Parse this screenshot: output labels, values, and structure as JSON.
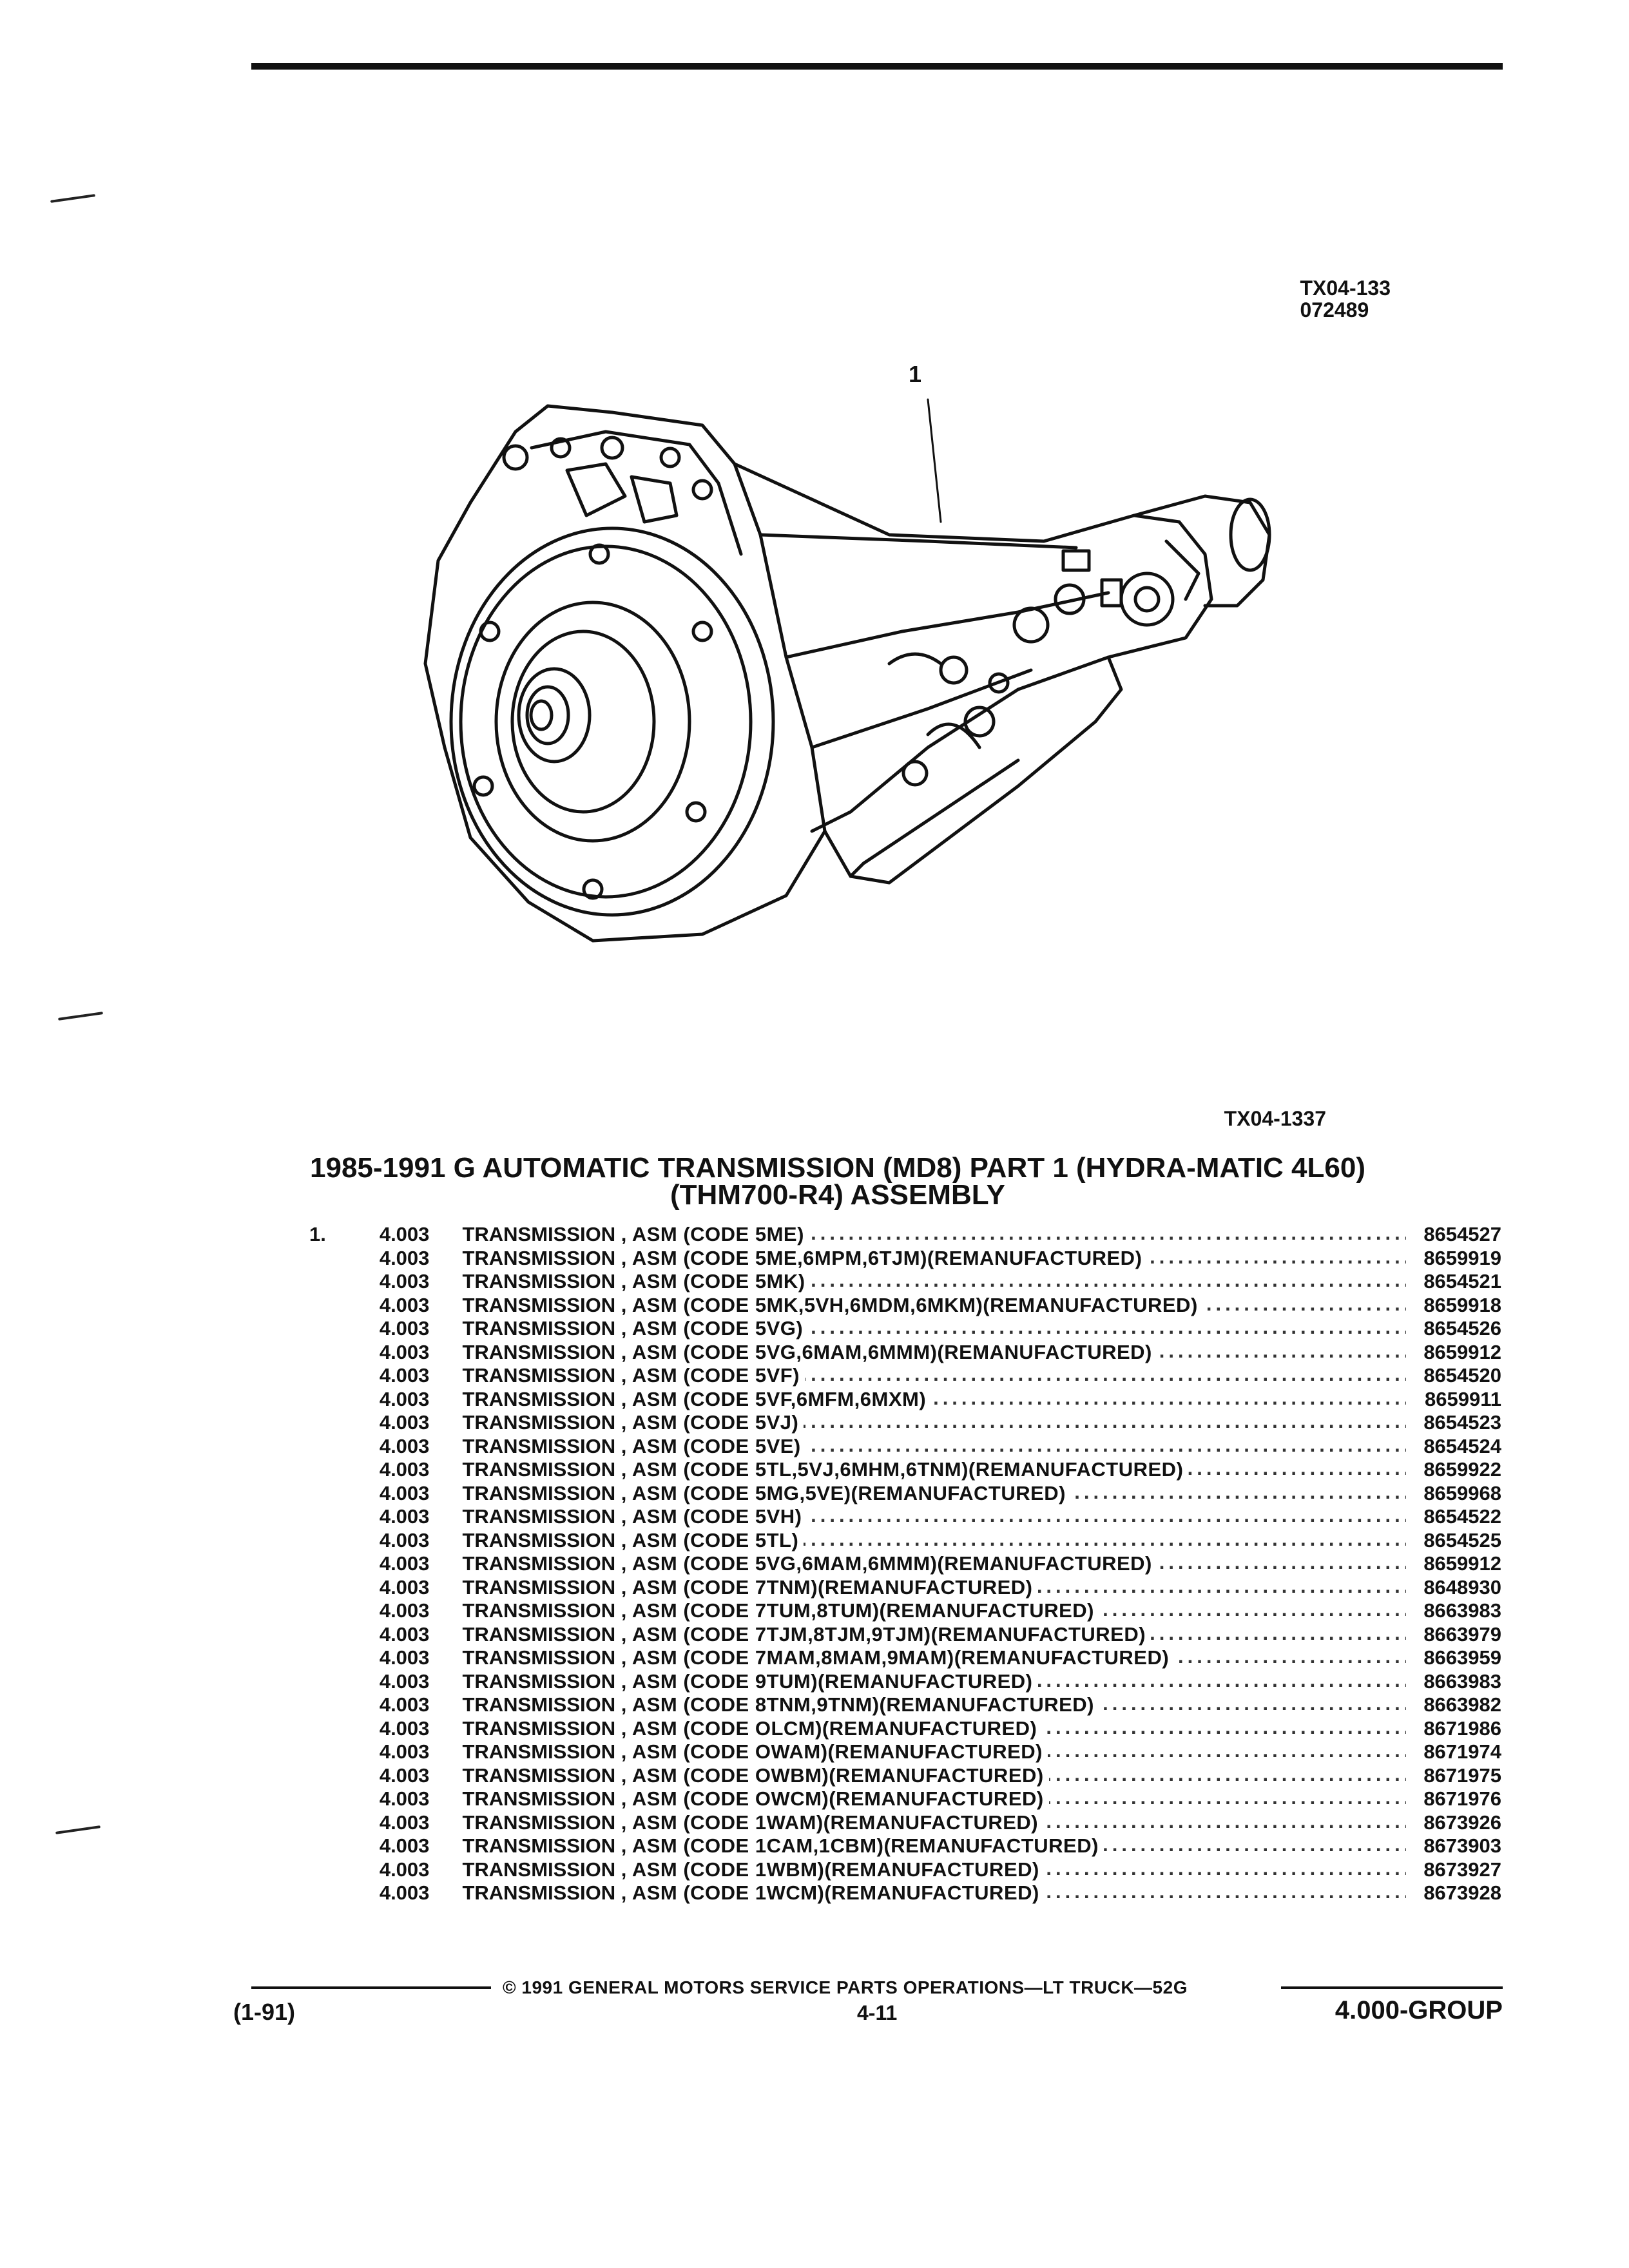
{
  "header": {
    "ref_code": "TX04-133",
    "ref_date": "072489",
    "callout": "1"
  },
  "figure": {
    "caption": "TX04-1337"
  },
  "title": {
    "line1": "1985-1991 G AUTOMATIC TRANSMISSION (MD8) PART 1 (HYDRA-MATIC 4L60)",
    "line2": "(THM700-R4) ASSEMBLY"
  },
  "parts": [
    {
      "item": "1.",
      "group": "4.003",
      "name": "TRANSMISSION",
      "detail": ", ASM (CODE 5ME)",
      "part": "8654527"
    },
    {
      "item": "",
      "group": "4.003",
      "name": "TRANSMISSION",
      "detail": ", ASM (CODE 5ME,6MPM,6TJM)(REMANUFACTURED)",
      "part": "8659919"
    },
    {
      "item": "",
      "group": "4.003",
      "name": "TRANSMISSION",
      "detail": ", ASM (CODE 5MK)",
      "part": "8654521"
    },
    {
      "item": "",
      "group": "4.003",
      "name": "TRANSMISSION",
      "detail": ", ASM (CODE 5MK,5VH,6MDM,6MKM)(REMANUFACTURED)",
      "part": "8659918"
    },
    {
      "item": "",
      "group": "4.003",
      "name": "TRANSMISSION",
      "detail": ", ASM (CODE 5VG)",
      "part": "8654526"
    },
    {
      "item": "",
      "group": "4.003",
      "name": "TRANSMISSION",
      "detail": ", ASM (CODE 5VG,6MAM,6MMM)(REMANUFACTURED)",
      "part": "8659912"
    },
    {
      "item": "",
      "group": "4.003",
      "name": "TRANSMISSION",
      "detail": ", ASM (CODE 5VF)",
      "part": "8654520"
    },
    {
      "item": "",
      "group": "4.003",
      "name": "TRANSMISSION",
      "detail": ", ASM (CODE 5VF,6MFM,6MXM)",
      "part": "8659911"
    },
    {
      "item": "",
      "group": "4.003",
      "name": "TRANSMISSION",
      "detail": ", ASM (CODE 5VJ)",
      "part": "8654523"
    },
    {
      "item": "",
      "group": "4.003",
      "name": "TRANSMISSION",
      "detail": ", ASM (CODE 5VE)",
      "part": "8654524"
    },
    {
      "item": "",
      "group": "4.003",
      "name": "TRANSMISSION",
      "detail": ", ASM (CODE 5TL,5VJ,6MHM,6TNM)(REMANUFACTURED)",
      "part": "8659922"
    },
    {
      "item": "",
      "group": "4.003",
      "name": "TRANSMISSION",
      "detail": ", ASM (CODE 5MG,5VE)(REMANUFACTURED)",
      "part": "8659968"
    },
    {
      "item": "",
      "group": "4.003",
      "name": "TRANSMISSION",
      "detail": ", ASM (CODE 5VH)",
      "part": "8654522"
    },
    {
      "item": "",
      "group": "4.003",
      "name": "TRANSMISSION",
      "detail": ", ASM (CODE 5TL)",
      "part": "8654525"
    },
    {
      "item": "",
      "group": "4.003",
      "name": "TRANSMISSION",
      "detail": ", ASM (CODE 5VG,6MAM,6MMM)(REMANUFACTURED)",
      "part": "8659912"
    },
    {
      "item": "",
      "group": "4.003",
      "name": "TRANSMISSION",
      "detail": ", ASM (CODE 7TNM)(REMANUFACTURED)",
      "part": "8648930"
    },
    {
      "item": "",
      "group": "4.003",
      "name": "TRANSMISSION",
      "detail": ", ASM (CODE 7TUM,8TUM)(REMANUFACTURED)",
      "part": "8663983"
    },
    {
      "item": "",
      "group": "4.003",
      "name": "TRANSMISSION",
      "detail": ", ASM (CODE 7TJM,8TJM,9TJM)(REMANUFACTURED)",
      "part": "8663979"
    },
    {
      "item": "",
      "group": "4.003",
      "name": "TRANSMISSION",
      "detail": ", ASM (CODE 7MAM,8MAM,9MAM)(REMANUFACTURED)",
      "part": "8663959"
    },
    {
      "item": "",
      "group": "4.003",
      "name": "TRANSMISSION",
      "detail": ", ASM (CODE 9TUM)(REMANUFACTURED)",
      "part": "8663983"
    },
    {
      "item": "",
      "group": "4.003",
      "name": "TRANSMISSION",
      "detail": ", ASM (CODE 8TNM,9TNM)(REMANUFACTURED)",
      "part": "8663982"
    },
    {
      "item": "",
      "group": "4.003",
      "name": "TRANSMISSION",
      "detail": ", ASM (CODE OLCM)(REMANUFACTURED)",
      "part": "8671986"
    },
    {
      "item": "",
      "group": "4.003",
      "name": "TRANSMISSION",
      "detail": ", ASM (CODE OWAM)(REMANUFACTURED)",
      "part": "8671974"
    },
    {
      "item": "",
      "group": "4.003",
      "name": "TRANSMISSION",
      "detail": ", ASM (CODE OWBM)(REMANUFACTURED)",
      "part": "8671975"
    },
    {
      "item": "",
      "group": "4.003",
      "name": "TRANSMISSION",
      "detail": ", ASM (CODE OWCM)(REMANUFACTURED)",
      "part": "8671976"
    },
    {
      "item": "",
      "group": "4.003",
      "name": "TRANSMISSION",
      "detail": ", ASM (CODE 1WAM)(REMANUFACTURED)",
      "part": "8673926"
    },
    {
      "item": "",
      "group": "4.003",
      "name": "TRANSMISSION",
      "detail": ", ASM (CODE 1CAM,1CBM)(REMANUFACTURED)",
      "part": "8673903"
    },
    {
      "item": "",
      "group": "4.003",
      "name": "TRANSMISSION",
      "detail": ", ASM (CODE 1WBM)(REMANUFACTURED)",
      "part": "8673927"
    },
    {
      "item": "",
      "group": "4.003",
      "name": "TRANSMISSION",
      "detail": ", ASM (CODE 1WCM)(REMANUFACTURED)",
      "part": "8673928"
    }
  ],
  "footer": {
    "copyright": "© 1991 GENERAL MOTORS SERVICE PARTS OPERATIONS—LT TRUCK—52G",
    "revision": "(1-91)",
    "page": "4-11",
    "section": "4.000-GROUP"
  }
}
